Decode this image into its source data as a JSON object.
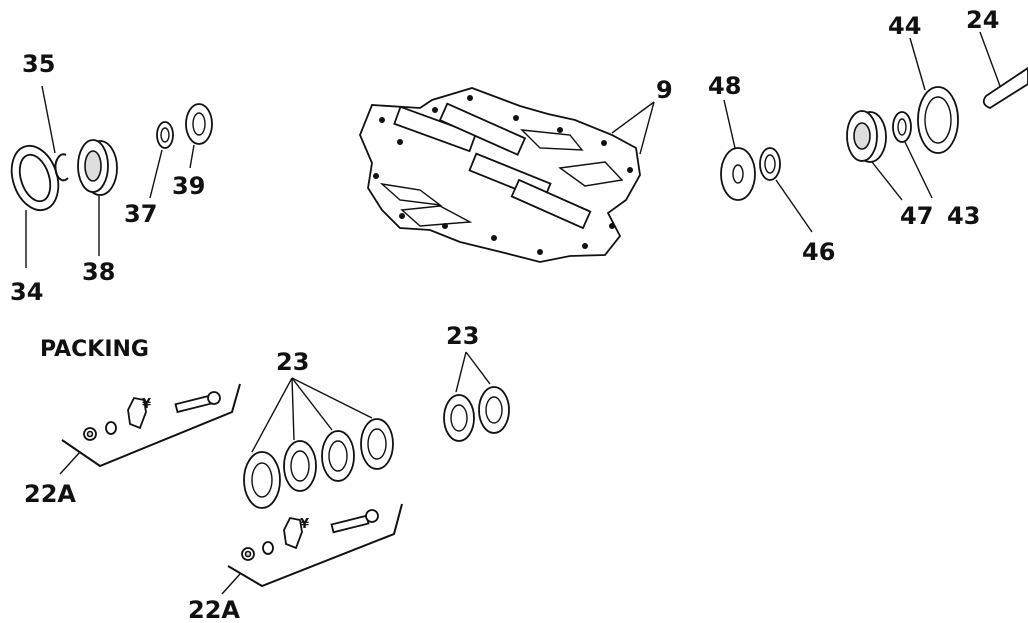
{
  "labels": {
    "l35": "35",
    "l34": "34",
    "l38": "38",
    "l37": "37",
    "l39": "39",
    "l9": "9",
    "l48": "48",
    "l46": "46",
    "l47": "47",
    "l43": "43",
    "l44": "44",
    "l24": "24",
    "l23a": "23",
    "l23b": "23",
    "l22a_top": "22A",
    "l22a_bottom": "22A"
  },
  "section": {
    "packing_title": "PACKING"
  },
  "marks": {
    "yen_top": "¥",
    "yen_bottom": "¥"
  }
}
